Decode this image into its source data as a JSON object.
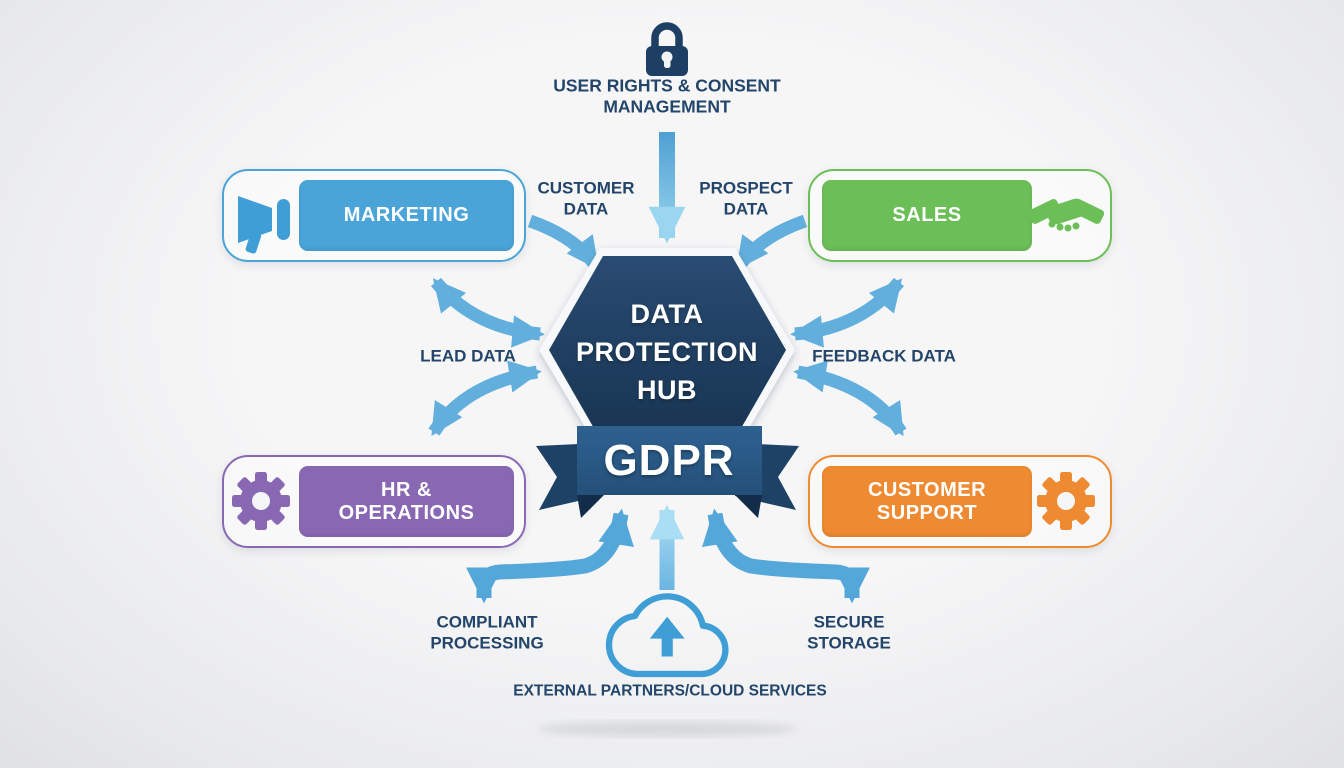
{
  "diagram": {
    "top": {
      "icon": "lock-icon",
      "label": "USER RIGHTS & CONSENT MANAGEMENT"
    },
    "hub": {
      "title": "DATA PROTECTION HUB",
      "badge": "GDPR",
      "hex_color": "#1e3f63",
      "ribbon_color": "#2a5c8c"
    },
    "departments": {
      "marketing": {
        "label": "MARKETING",
        "icon": "megaphone-icon",
        "color": "#4aa4d8"
      },
      "sales": {
        "label": "SALES",
        "icon": "handshake-icon",
        "color": "#6cbe57"
      },
      "hr_operations": {
        "label": "HR & OPERATIONS",
        "icon": "gear-icon",
        "color": "#8968b3"
      },
      "customer_support": {
        "label": "CUSTOMER SUPPORT",
        "icon": "gear-icon",
        "color": "#ee8a31"
      }
    },
    "flows": {
      "customer_data": "CUSTOMER DATA",
      "prospect_data": "PROSPECT DATA",
      "lead_data": "LEAD DATA",
      "feedback_data": "FEEDBACK DATA",
      "compliant_processing": "COMPLIANT PROCESSING",
      "secure_storage": "SECURE STORAGE",
      "external_partners": "EXTERNAL PARTNERS/CLOUD SERVICES"
    },
    "bottom": {
      "icon": "cloud-upload-icon"
    },
    "arrow_color": "#6cb5e2",
    "text_color": "#23456a"
  }
}
